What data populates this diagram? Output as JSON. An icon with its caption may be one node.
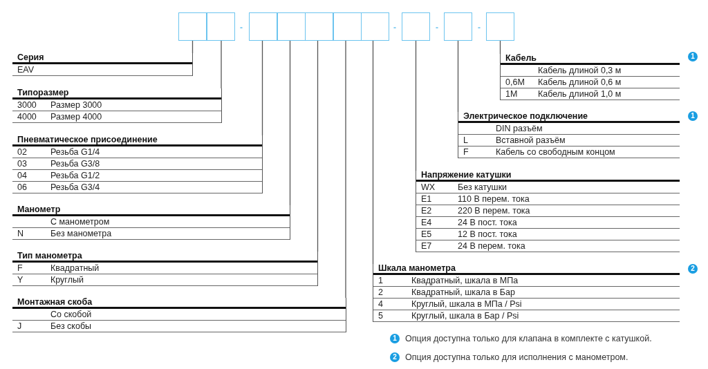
{
  "diagram": {
    "nodes": [
      {
        "text": [],
        "shape": "box"
      },
      {
        "text": [],
        "shape": "box"
      },
      {
        "text": [],
        "shape": "box"
      },
      {
        "text": [],
        "shape": "box"
      },
      {
        "text": [],
        "shape": "box"
      },
      {
        "text": [],
        "shape": "box"
      },
      {
        "text": [],
        "shape": "box"
      },
      {
        "text": [],
        "shape": "box"
      },
      {
        "text": [],
        "shape": "box"
      },
      {
        "text": [],
        "shape": "box"
      },
      {
        "text": [
          "Серия"
        ]
      },
      {
        "text": [
          "EAV"
        ],
        "in": 10
      },
      {
        "text": [
          "Типоразмер"
        ]
      },
      {
        "text": [
          "3000",
          "Размер 3000"
        ],
        "in": 12
      },
      {
        "text": [
          "4000",
          "Размер 4000"
        ],
        "in": 12
      },
      {
        "text": [
          "Пневматическое присоединение"
        ]
      },
      {
        "text": [
          "02",
          "Резьба G1/4"
        ],
        "in": 15
      },
      {
        "text": [
          "03",
          "Резьба G3/8"
        ],
        "in": 15
      },
      {
        "text": [
          "04",
          "Резьба G1/2"
        ],
        "in": 15
      },
      {
        "text": [
          "06",
          "Резьба G3/4"
        ],
        "in": 15
      },
      {
        "text": [
          "Манометр"
        ]
      },
      {
        "text": [
          "С манометром"
        ],
        "in": 20
      },
      {
        "text": [
          "N",
          "Без манометра"
        ],
        "in": 20
      },
      {
        "text": [
          "Тип манометра"
        ]
      },
      {
        "text": [
          "F",
          "Квадратный"
        ],
        "in": 23
      },
      {
        "text": [
          "Y",
          "Круглый"
        ],
        "in": 23
      },
      {
        "text": [
          "Монтажная скоба"
        ]
      },
      {
        "text": [
          "Со скобой"
        ],
        "in": 26
      },
      {
        "text": [
          "J",
          "Без скобы"
        ],
        "in": 26
      },
      {
        "text": [
          "Кабель"
        ],
        "beside": [
          "1"
        ]
      },
      {
        "text": [
          "Кабель длиной 0,3 м"
        ],
        "in": 29
      },
      {
        "text": [
          "0,6M",
          "Кабель длиной 0,6 м"
        ],
        "in": 29
      },
      {
        "text": [
          "1M",
          "Кабель длиной 1,0 м"
        ],
        "in": 29
      },
      {
        "text": [
          "Электрическое подключение"
        ],
        "beside": [
          "1"
        ]
      },
      {
        "text": [
          "DIN разъём"
        ],
        "in": 33
      },
      {
        "text": [
          "L",
          "Вставной разъём"
        ],
        "in": 33
      },
      {
        "text": [
          "F",
          "Кабель со свободным концом"
        ],
        "in": 33
      },
      {
        "text": [
          "Напряжение катушки"
        ]
      },
      {
        "text": [
          "WX",
          "Без катушки"
        ],
        "in": 37
      },
      {
        "text": [
          "E1",
          "110 В перем. тока"
        ],
        "in": 37
      },
      {
        "text": [
          "E2",
          "220 В перем. тока"
        ],
        "in": 37
      },
      {
        "text": [
          "E4",
          "24 В пост. тока"
        ],
        "in": 37
      },
      {
        "text": [
          "E5",
          "12 В пост. тока"
        ],
        "in": 37
      },
      {
        "text": [
          "E7",
          "24 В перем. тока"
        ],
        "in": 37
      },
      {
        "text": [
          "Шкала манометра"
        ],
        "beside": [
          "2"
        ]
      },
      {
        "text": [
          "1",
          "Квадратный, шкала в МПа"
        ],
        "in": 44
      },
      {
        "text": [
          "2",
          "Квадратный, шкала в Бар"
        ],
        "in": 44
      },
      {
        "text": [
          "4",
          "Круглый, шкала в МПа / Psi"
        ],
        "in": 44
      },
      {
        "text": [
          "5",
          "Круглый, шкала в Бар / Psi"
        ],
        "in": 44
      }
    ],
    "edges": [
      {
        "from": 0,
        "to": 10,
        "arrow": "none"
      },
      {
        "from": 1,
        "to": 12,
        "arrow": "none"
      },
      {
        "from": 2,
        "to": 15,
        "arrow": "none"
      },
      {
        "from": 3,
        "to": 20,
        "arrow": "none"
      },
      {
        "from": 4,
        "to": 23,
        "arrow": "none"
      },
      {
        "from": 5,
        "to": 26,
        "arrow": "none"
      },
      {
        "from": 6,
        "to": 44,
        "arrow": "none"
      },
      {
        "from": 7,
        "to": 37,
        "arrow": "none"
      },
      {
        "from": 8,
        "to": 33,
        "arrow": "none"
      },
      {
        "from": 9,
        "to": 29,
        "arrow": "none"
      }
    ],
    "labels": [
      "-",
      "-",
      "-",
      "-",
      "1",
      "Опция доступна только для клапана в комплекте с катушкой.",
      "2",
      "Опция доступна только для исполнения с манометром."
    ]
  }
}
